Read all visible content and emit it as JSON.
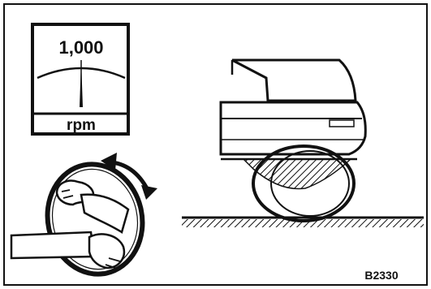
{
  "gauge": {
    "reading": "1,000",
    "unit": "rpm"
  },
  "figure_code": "B2330",
  "colors": {
    "ink": "#111111",
    "paper": "#ffffff"
  }
}
